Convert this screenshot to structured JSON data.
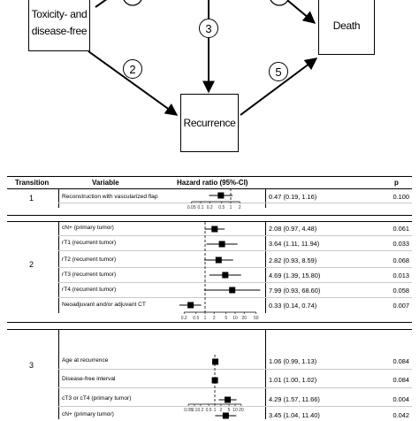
{
  "diagram": {
    "nodes": {
      "toxicity": "Toxicity- and disease-free",
      "recurrence": "Recurrence",
      "death": "Death"
    },
    "transitions": {
      "t2": "2",
      "t3": "3",
      "t5": "5"
    }
  },
  "table": {
    "headers": {
      "transition": "Transition",
      "variable": "Variable",
      "hr": "Hazard ratio (95%-CI)",
      "p": "p"
    },
    "blocks": [
      {
        "transition": "1",
        "axis_ticks": [
          "0.05",
          "0.1",
          "0.2",
          "0.5",
          "1",
          "2"
        ],
        "rows": [
          {
            "variable": "Reconstruction with vascularized flap",
            "hr_text": "0.47 (0.19, 1.16)",
            "p": "0.100",
            "hr": 0.47,
            "lo": 0.19,
            "hi": 1.16
          }
        ]
      },
      {
        "transition": "2",
        "axis_ticks": [
          "0.2",
          "0.5",
          "1",
          "2",
          "5",
          "10",
          "20",
          "50"
        ],
        "rows": [
          {
            "variable": "cN+ (primary tumor)",
            "hr_text": "2.08 (0.97, 4.48)",
            "p": "0.061",
            "hr": 2.08,
            "lo": 0.97,
            "hi": 4.48
          },
          {
            "variable": "rT1 (recurrent tumor)",
            "hr_text": "3.64 (1.11, 11.94)",
            "p": "0.033",
            "hr": 3.64,
            "lo": 1.11,
            "hi": 11.94
          },
          {
            "variable": "rT2 (recurrent tumor)",
            "hr_text": "2.82 (0.93, 8.59)",
            "p": "0.068",
            "hr": 2.82,
            "lo": 0.93,
            "hi": 8.59
          },
          {
            "variable": "rT3 (recurrent tumor)",
            "hr_text": "4.69 (1.39, 15.80)",
            "p": "0.013",
            "hr": 4.69,
            "lo": 1.39,
            "hi": 15.8
          },
          {
            "variable": "rT4 (recurrent tumor)",
            "hr_text": "7.99 (0.93, 68.60)",
            "p": "0.058",
            "hr": 7.99,
            "lo": 0.93,
            "hi": 68.6
          },
          {
            "variable": "Neoadjuvant and/or adjuvant CT",
            "hr_text": "0.33 (0.14, 0.74)",
            "p": "0.007",
            "hr": 0.33,
            "lo": 0.14,
            "hi": 0.74
          }
        ]
      },
      {
        "transition": "3",
        "axis_ticks": [
          "0.05",
          "0.1",
          "0.2",
          "0.5",
          "1",
          "2",
          "5",
          "10",
          "20"
        ],
        "rows": [
          {
            "variable": "Age at recurrence",
            "hr_text": "1.06 (0.99, 1.13)",
            "p": "0.084",
            "hr": 1.06,
            "lo": 0.99,
            "hi": 1.13
          },
          {
            "variable": "Disease-free interval",
            "hr_text": "1.01 (1.00, 1.02)",
            "p": "0.084",
            "hr": 1.01,
            "lo": 1.0,
            "hi": 1.02
          },
          {
            "variable": "cT3 or cT4 (primary tumor)",
            "hr_text": "4.29 (1.57, 11.66)",
            "p": "0.004",
            "hr": 4.29,
            "lo": 1.57,
            "hi": 11.66
          },
          {
            "variable": "cN+ (primary tumor)",
            "hr_text": "3.45 (1.04, 11.40)",
            "p": "0.042",
            "hr": 3.45,
            "lo": 1.04,
            "hi": 11.4
          }
        ]
      }
    ]
  }
}
